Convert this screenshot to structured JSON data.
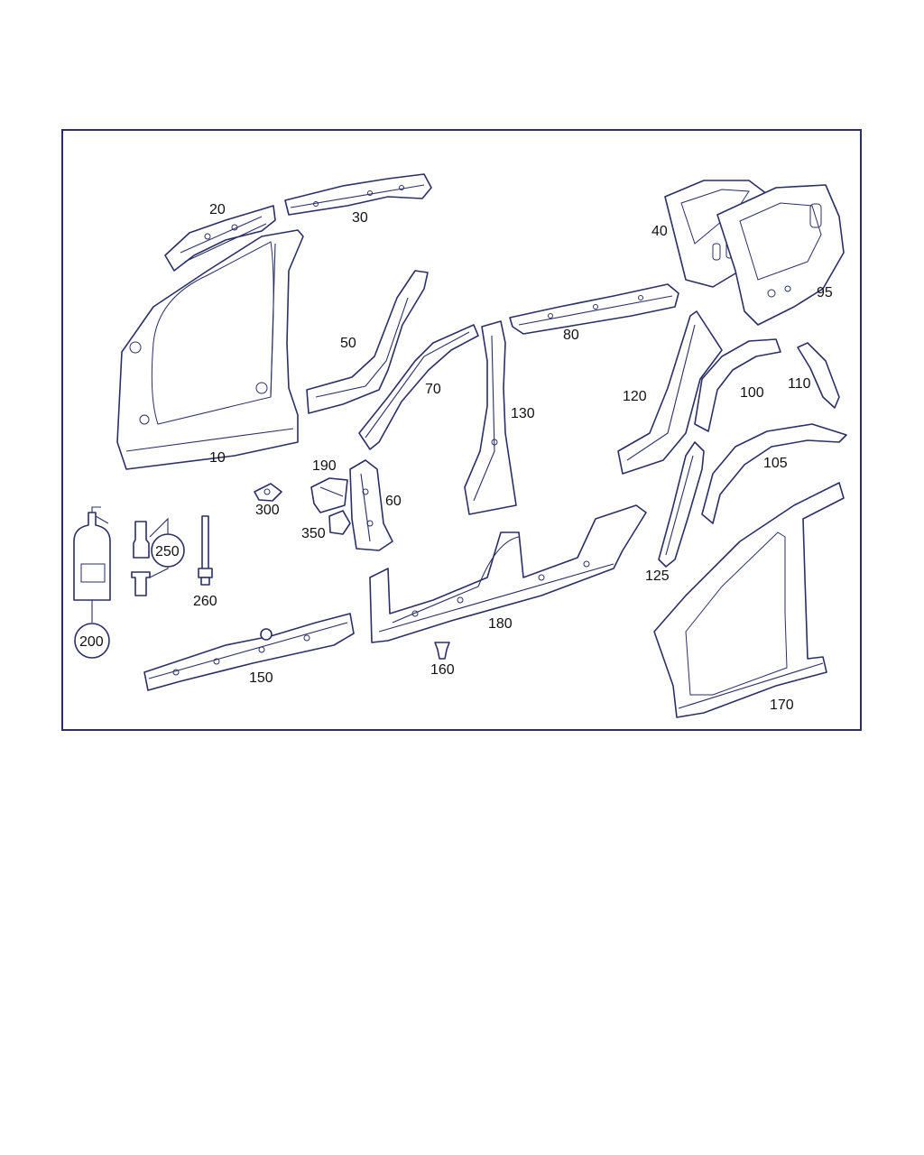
{
  "diagram": {
    "frame_color": "#2a2f66",
    "labels": {
      "p10": "10",
      "p20": "20",
      "p30": "30",
      "p40": "40",
      "p50": "50",
      "p60": "60",
      "p70": "70",
      "p80": "80",
      "p95": "95",
      "p100": "100",
      "p105": "105",
      "p110": "110",
      "p120": "120",
      "p125": "125",
      "p130": "130",
      "p150": "150",
      "p160": "160",
      "p170": "170",
      "p180": "180",
      "p190": "190",
      "p200": "200",
      "p250": "250",
      "p260": "260",
      "p300": "300",
      "p350": "350"
    }
  }
}
